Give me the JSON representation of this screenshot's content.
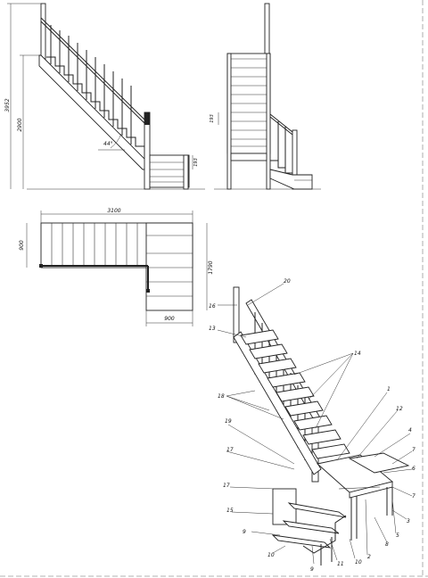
{
  "dimensions": {
    "total_height": "3952",
    "floor_height": "2900",
    "angle": "44°",
    "riser_side": "193",
    "riser_front": "193",
    "plan_length": "3100",
    "plan_width_top": "900",
    "plan_depth": "1790",
    "plan_width_bottom": "900"
  },
  "callouts": [
    "20",
    "16",
    "13",
    "14",
    "18",
    "1",
    "12",
    "4",
    "19",
    "17",
    "7",
    "6",
    "17",
    "15",
    "7",
    "3",
    "9",
    "10",
    "11",
    "10",
    "9",
    "2",
    "8",
    "5"
  ]
}
